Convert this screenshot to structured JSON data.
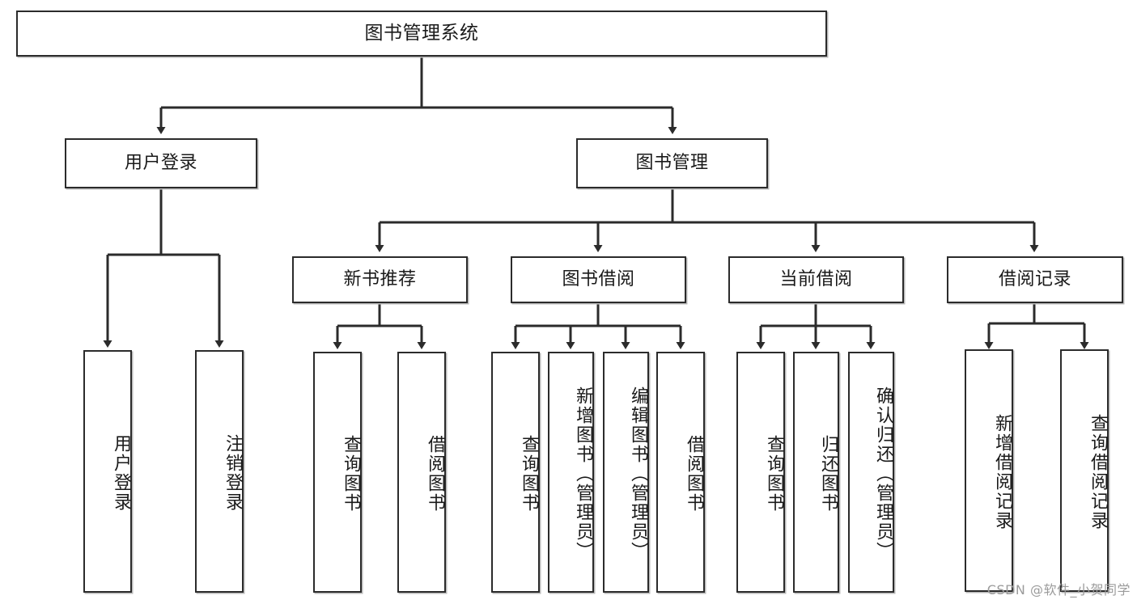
{
  "diagram": {
    "title": "图书管理系统",
    "type": "tree-hierarchy",
    "watermark": "CSDN @软件_小贺同学",
    "stroke_color": "#2b2b2b",
    "fill_color": "#ffffff",
    "text_color": "#1a1a1a",
    "watermark_color": "#9b9b9b"
  },
  "nodes": {
    "root": {
      "label": "图书管理系统"
    },
    "level2": [
      {
        "id": "user-login",
        "label": "用户登录"
      },
      {
        "id": "book-manage",
        "label": "图书管理"
      }
    ],
    "level3": [
      {
        "id": "new-book-recommend",
        "label": "新书推荐"
      },
      {
        "id": "book-borrow",
        "label": "图书借阅"
      },
      {
        "id": "current-borrow",
        "label": "当前借阅"
      },
      {
        "id": "borrow-record",
        "label": "借阅记录"
      }
    ],
    "leaves": {
      "user_login": [
        {
          "id": "leaf-user-login",
          "label": "用户登录"
        },
        {
          "id": "leaf-logout-login",
          "label": "注销登录"
        }
      ],
      "new_book_recommend": [
        {
          "id": "leaf-query-book-1",
          "label": "查询图书"
        },
        {
          "id": "leaf-borrow-book-1",
          "label": "借阅图书"
        }
      ],
      "book_borrow": [
        {
          "id": "leaf-query-book-2",
          "label": "查询图书"
        },
        {
          "id": "leaf-add-book",
          "label": "新增图书（管理员）"
        },
        {
          "id": "leaf-edit-book",
          "label": "编辑图书（管理员）"
        },
        {
          "id": "leaf-borrow-book-2",
          "label": "借阅图书"
        }
      ],
      "current_borrow": [
        {
          "id": "leaf-query-book-3",
          "label": "查询图书"
        },
        {
          "id": "leaf-return-book",
          "label": "归还图书"
        },
        {
          "id": "leaf-confirm-return",
          "label": "确认归还（管理员）"
        }
      ],
      "borrow_record": [
        {
          "id": "leaf-add-record",
          "label": "新增借阅记录"
        },
        {
          "id": "leaf-query-record",
          "label": "查询借阅记录"
        }
      ]
    }
  },
  "edges": [
    {
      "from": "root",
      "to": "user-login"
    },
    {
      "from": "root",
      "to": "book-manage"
    },
    {
      "from": "user-login",
      "to": "leaf-user-login"
    },
    {
      "from": "user-login",
      "to": "leaf-logout-login"
    },
    {
      "from": "book-manage",
      "to": "new-book-recommend"
    },
    {
      "from": "book-manage",
      "to": "book-borrow"
    },
    {
      "from": "book-manage",
      "to": "current-borrow"
    },
    {
      "from": "book-manage",
      "to": "borrow-record"
    },
    {
      "from": "new-book-recommend",
      "to": "leaf-query-book-1"
    },
    {
      "from": "new-book-recommend",
      "to": "leaf-borrow-book-1"
    },
    {
      "from": "book-borrow",
      "to": "leaf-query-book-2"
    },
    {
      "from": "book-borrow",
      "to": "leaf-add-book"
    },
    {
      "from": "book-borrow",
      "to": "leaf-edit-book"
    },
    {
      "from": "book-borrow",
      "to": "leaf-borrow-book-2"
    },
    {
      "from": "current-borrow",
      "to": "leaf-query-book-3"
    },
    {
      "from": "current-borrow",
      "to": "leaf-return-book"
    },
    {
      "from": "current-borrow",
      "to": "leaf-confirm-return"
    },
    {
      "from": "borrow-record",
      "to": "leaf-add-record"
    },
    {
      "from": "borrow-record",
      "to": "leaf-query-record"
    }
  ]
}
